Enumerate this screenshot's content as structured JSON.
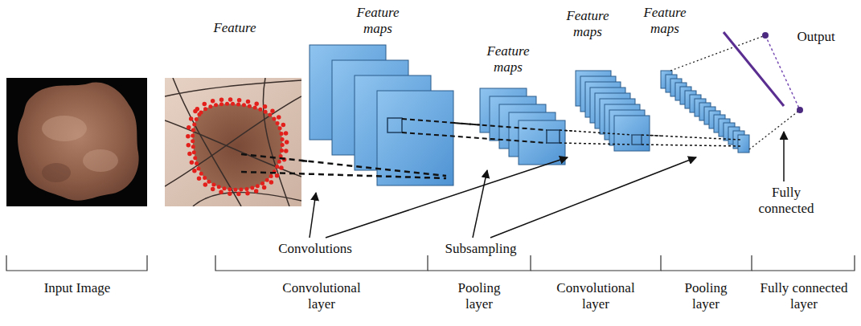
{
  "diagram": {
    "nodes": [
      {
        "text": [
          "Feature"
        ]
      },
      {
        "text": [
          "Feature maps"
        ]
      },
      {
        "text": [
          "Feature maps"
        ]
      },
      {
        "text": [
          "Feature maps"
        ]
      },
      {
        "text": [
          "Feature maps"
        ]
      }
    ],
    "edges": [
      {
        "from": 0,
        "to": 1,
        "arrow": "none"
      },
      {
        "from": 1,
        "to": 2,
        "arrow": "none"
      },
      {
        "from": 2,
        "to": 3,
        "arrow": "none"
      },
      {
        "from": 3,
        "to": 4,
        "arrow": "none"
      }
    ],
    "labels": [
      "Output",
      "Fully connected",
      "Convolutions",
      "Subsampling",
      "Input Image",
      "Convolutional layer",
      "Pooling layer",
      "Convolutional layer",
      "Pooling layer",
      "Fully connected layer"
    ]
  }
}
